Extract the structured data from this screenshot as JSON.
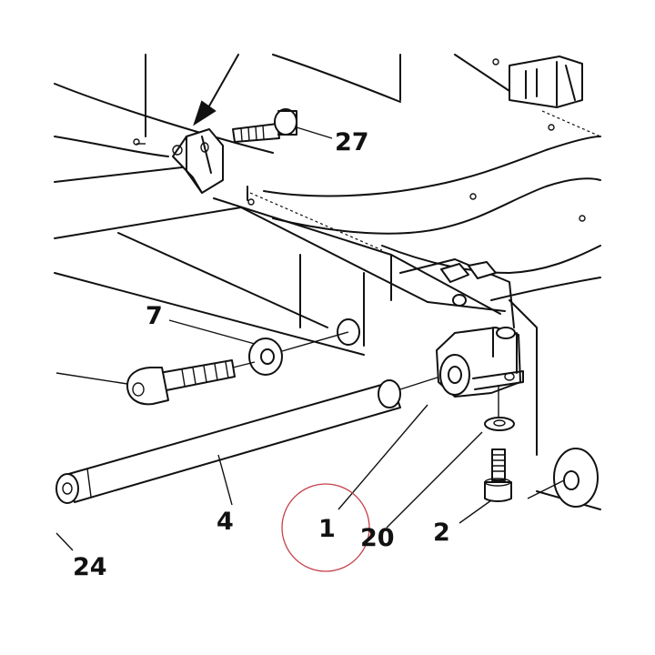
{
  "callouts": {
    "c27": "27",
    "c7": "7",
    "c4": "4",
    "c24": "24",
    "c1": "1",
    "c20": "20",
    "c2": "2"
  },
  "colors": {
    "line": "#111111",
    "background": "#ffffff",
    "marker": "#c4404a"
  },
  "icons": {
    "pointer": "arrow-icon"
  }
}
